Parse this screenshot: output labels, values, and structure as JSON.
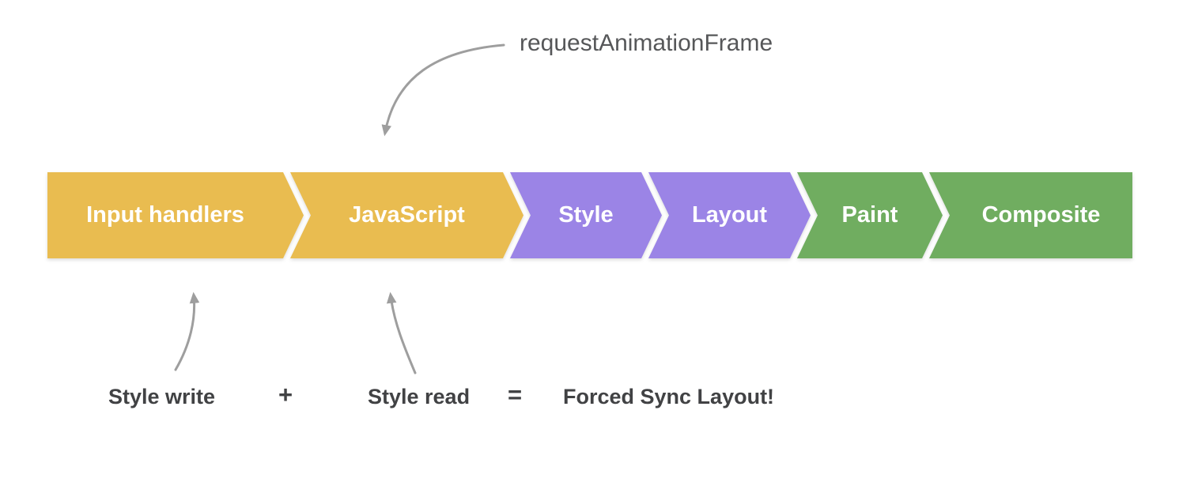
{
  "annotations": {
    "raf_label": "requestAnimationFrame",
    "style_write": "Style write",
    "plus": "+",
    "style_read": "Style read",
    "equals": "=",
    "result": "Forced Sync Layout!"
  },
  "pipeline": {
    "stages": [
      {
        "label": "Input handlers",
        "color": "#E9BC50"
      },
      {
        "label": "JavaScript",
        "color": "#E9BC50"
      },
      {
        "label": "Style",
        "color": "#9B84E6"
      },
      {
        "label": "Layout",
        "color": "#9B84E6"
      },
      {
        "label": "Paint",
        "color": "#70AD60"
      },
      {
        "label": "Composite",
        "color": "#70AD60"
      }
    ]
  },
  "colors": {
    "arrow": "#9E9E9E",
    "raf_text": "#565759",
    "equation_text": "#414244",
    "stage_text": "#FFFFFF",
    "background": "#FFFFFF"
  }
}
